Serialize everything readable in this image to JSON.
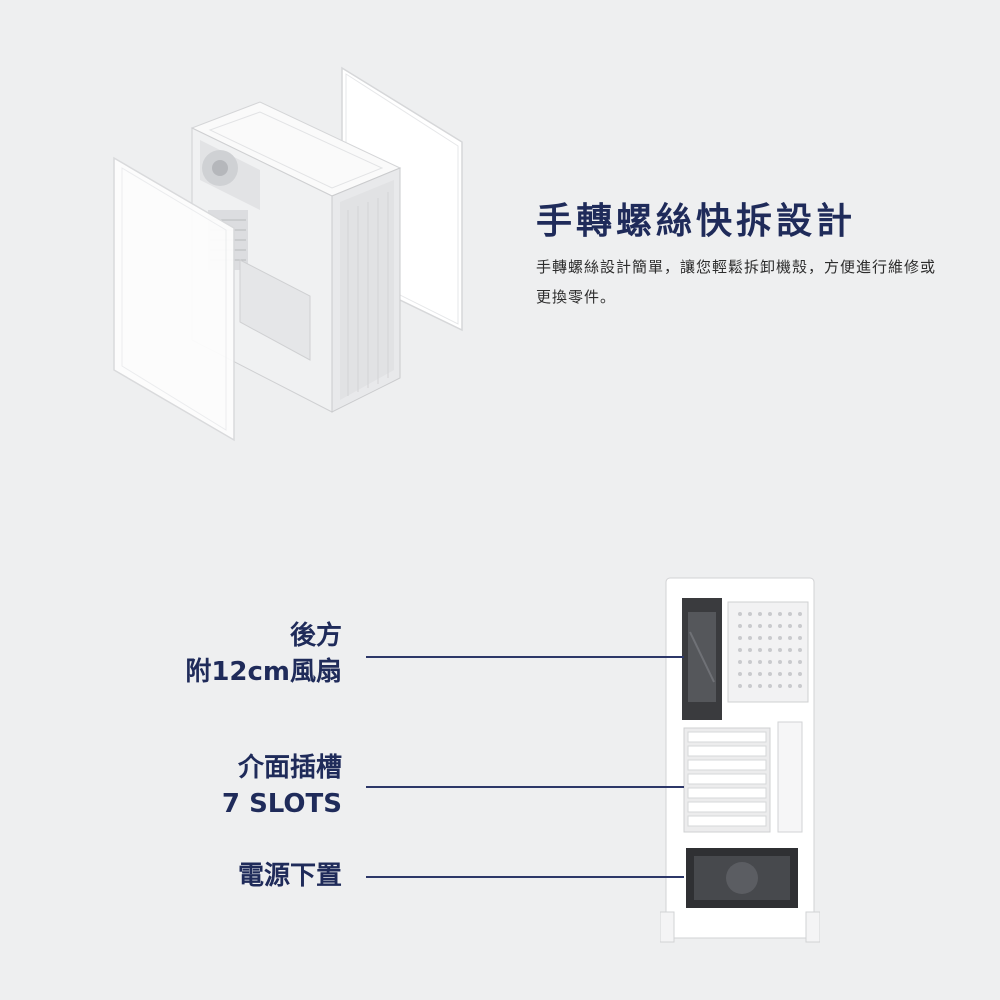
{
  "feature": {
    "title": "手轉螺絲快拆設計",
    "description": "手轉螺絲設計簡單，讓您輕鬆拆卸機殼，方便進行維修或更換零件。"
  },
  "callouts": [
    {
      "line1": "後方",
      "line2": "附12cm風扇"
    },
    {
      "line1": "介面插槽",
      "line2": "7 SLOTS"
    },
    {
      "line1": "電源下置"
    }
  ],
  "colors": {
    "background": "#eeeff0",
    "accent_navy": "#1f2b5a",
    "case_white": "#ffffff"
  }
}
